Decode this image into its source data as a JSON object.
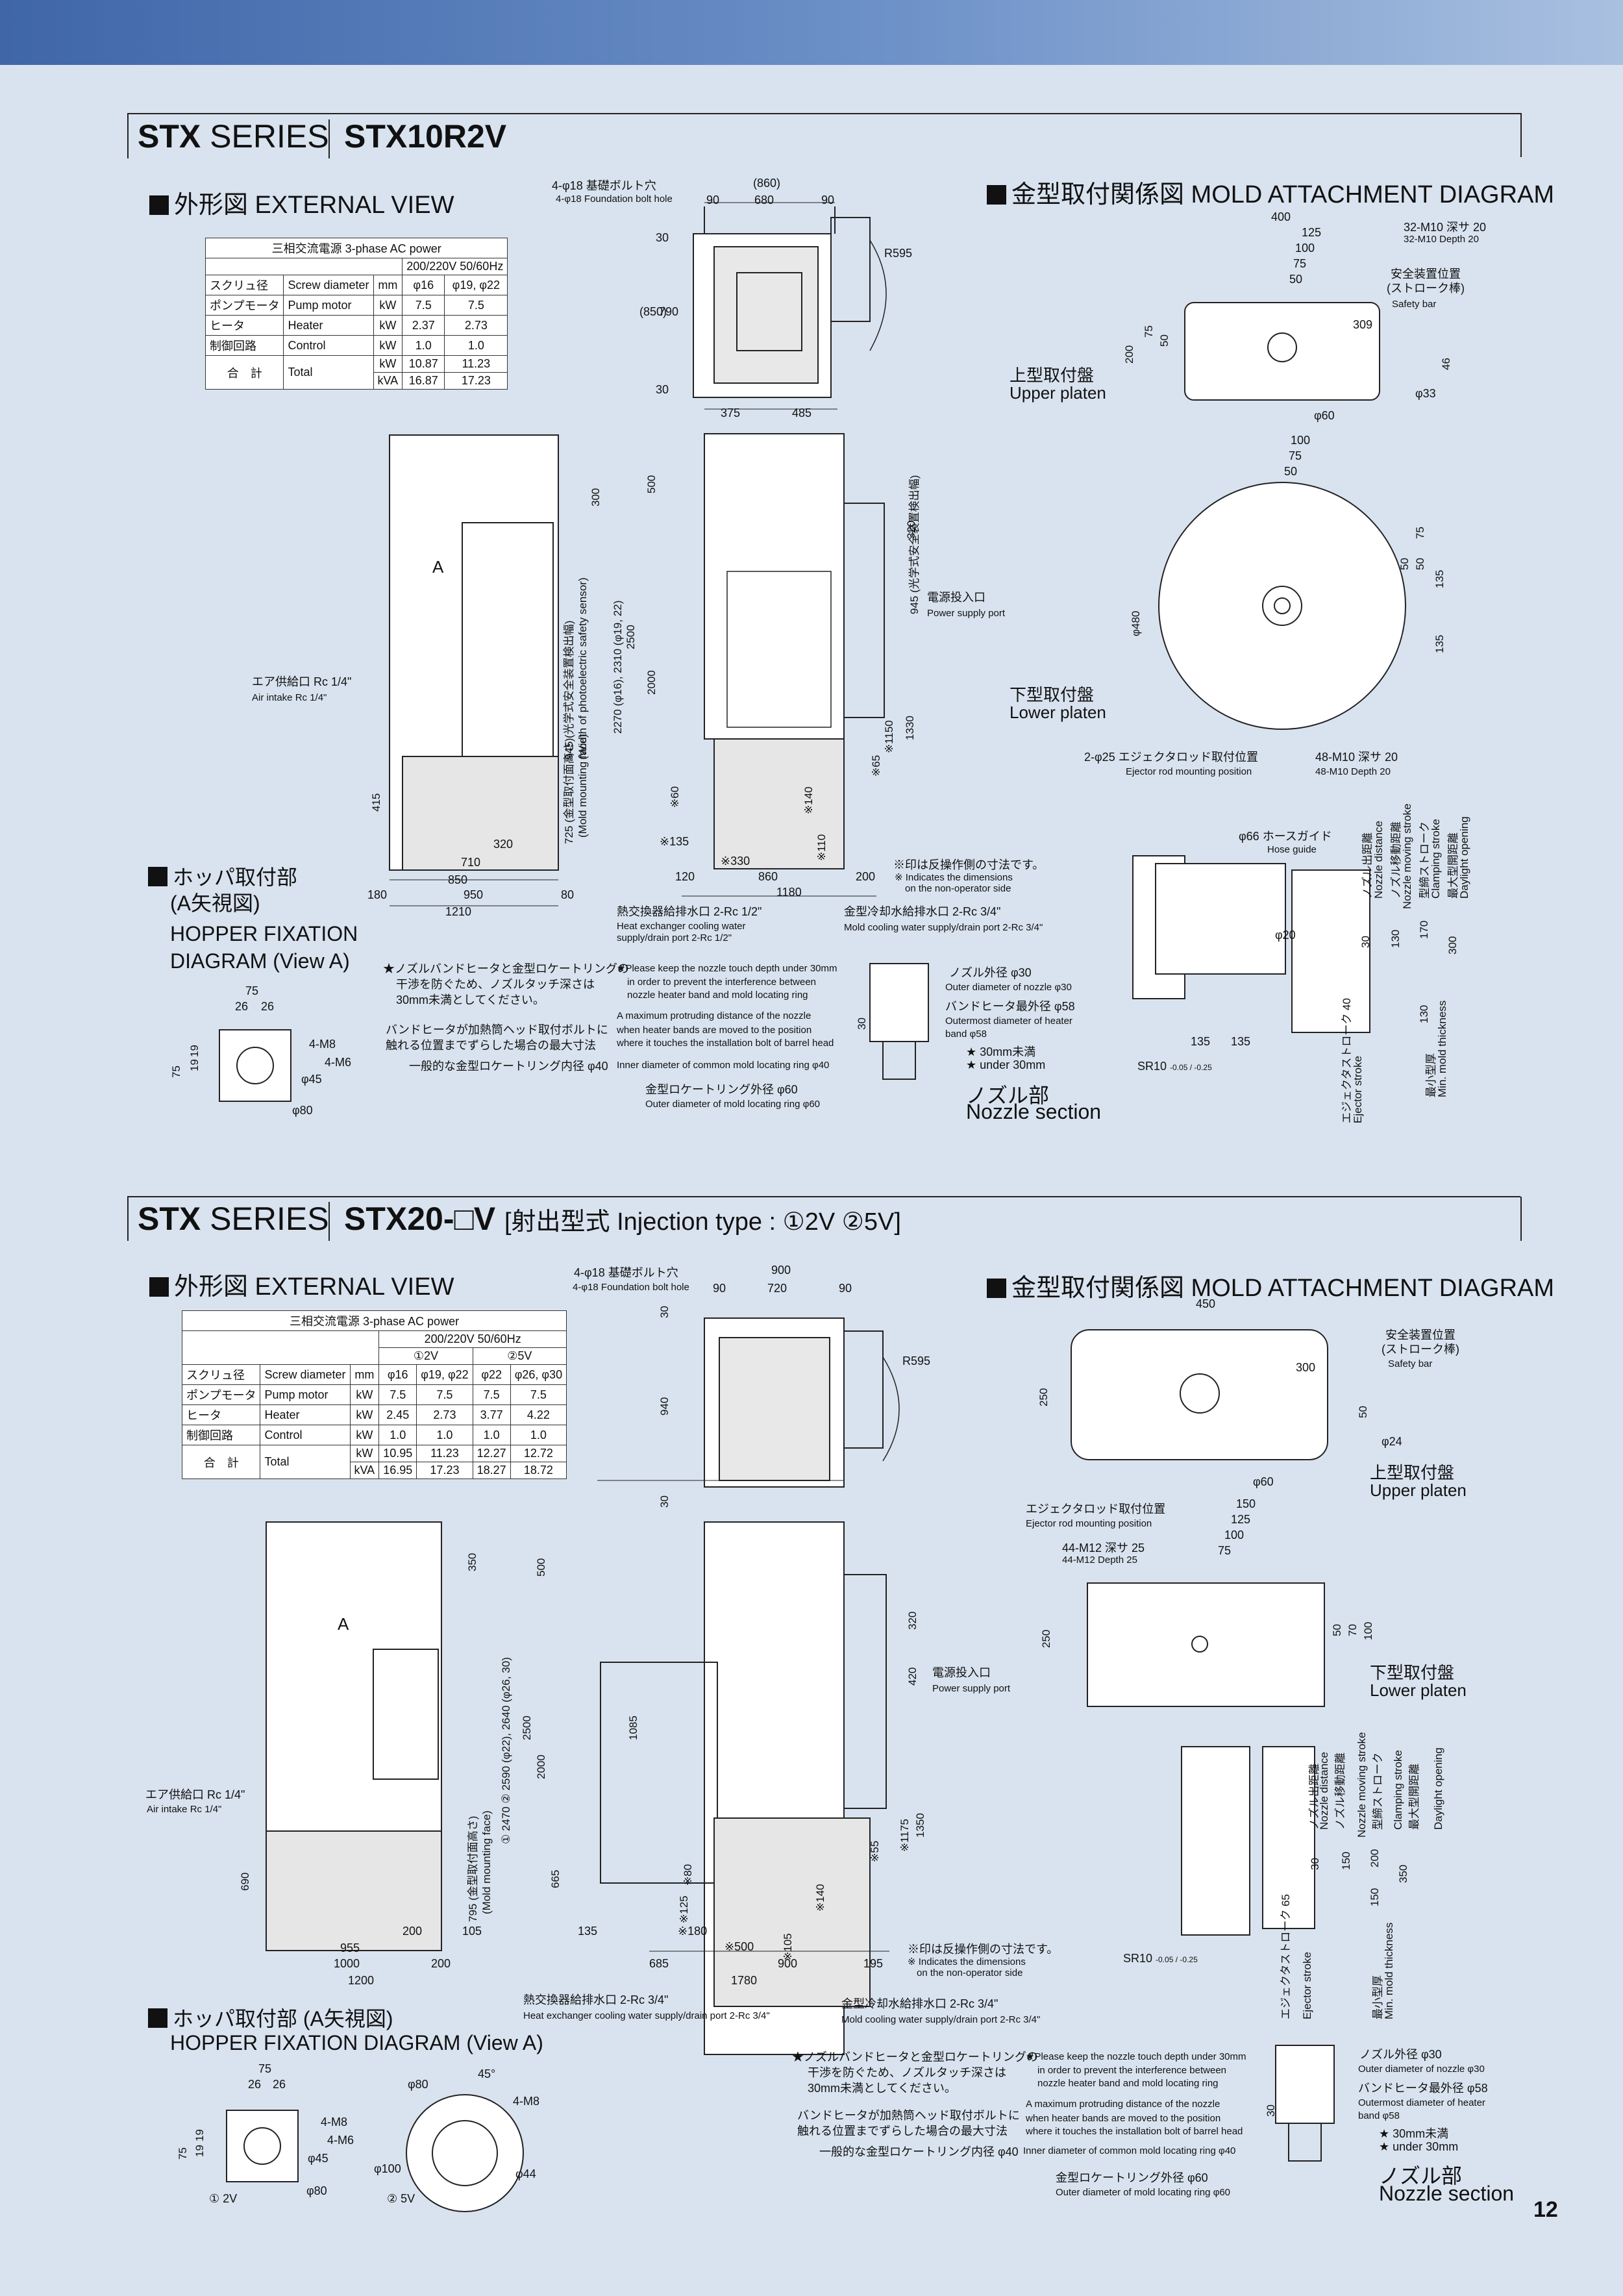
{
  "page_number": "12",
  "s1": {
    "series": "STX",
    "series_word": "SERIES",
    "model": "STX10R2V",
    "ext_title": "外形図 EXTERNAL VIEW",
    "mold_title": "金型取付関係図 MOLD ATTACHMENT DIAGRAM",
    "table": {
      "head1": "三相交流電源  3-phase AC power",
      "head2": "200/220V  50/60Hz",
      "rows": [
        [
          "スクリュ径",
          "Screw diameter",
          "mm",
          "φ16",
          "φ19, φ22"
        ],
        [
          "ポンプモータ",
          "Pump motor",
          "kW",
          "7.5",
          "7.5"
        ],
        [
          "ヒータ",
          "Heater",
          "kW",
          "2.37",
          "2.73"
        ],
        [
          "制御回路",
          "Control",
          "kW",
          "1.0",
          "1.0"
        ]
      ],
      "total_jp": "合　計",
      "total_en": "Total",
      "total_kw": [
        "kW",
        "10.87",
        "11.23"
      ],
      "total_kva": [
        "kVA",
        "16.87",
        "17.23"
      ]
    },
    "labels": {
      "bolt_jp": "4-φ18 基礎ボルト穴",
      "bolt_en": "4-φ18 Foundation bolt hole",
      "d860": "(860)",
      "d90a": "90",
      "d680": "680",
      "d90b": "90",
      "d30a": "30",
      "d850": "(850)",
      "d790": "790",
      "d30b": "30",
      "r595": "R595",
      "d375": "375",
      "d485": "485",
      "air_jp": "エア供給口 Rc 1/4\"",
      "air_en": "Air intake Rc 1/4\"",
      "d300": "300",
      "d500": "500",
      "d2000": "2000",
      "d2500": "2500",
      "d2270": "2270 (φ16), 2310 (φ19, 22)",
      "d945": "945 (光学式安全装置検出幅)",
      "d945e": "(Width of photoelectric safety sensor)",
      "d725": "725 (金型取付面高さ)",
      "d725e": "(Mold mounting face)",
      "d415": "415",
      "d320b": "320",
      "d710": "710",
      "d850b": "850",
      "d950": "950",
      "d180": "180",
      "d80": "80",
      "d1210": "1210",
      "d320": "320",
      "power_jp": "電源投入口",
      "power_en": "Power supply port",
      "d1150": "※1150",
      "d1330": "1330",
      "d65": "※65",
      "d60": "※60",
      "d135": "※135",
      "d140": "※140",
      "d110": "※110",
      "d330": "※330",
      "d120": "120",
      "d860b": "860",
      "d200": "200",
      "d1180": "1180",
      "note_jp": "※印は反操作側の寸法です。",
      "note_en1": "※ Indicates the dimensions",
      "note_en2": "on the non-operator side",
      "hx_jp": "熱交換器給排水口 2-Rc 1/2\"",
      "hx_en1": "Heat exchanger cooling water",
      "hx_en2": "supply/drain port 2-Rc 1/2\"",
      "mc_jp": "金型冷却水給排水口 2-Rc 3/4\"",
      "mc_en": "Mold cooling water supply/drain port 2-Rc 3/4\"",
      "A": "A"
    },
    "hopper": {
      "title_jp1": "ホッパ取付部",
      "title_jp2": "(A矢視図)",
      "title_en1": "HOPPER FIXATION",
      "title_en2": "DIAGRAM (View A)",
      "d75": "75",
      "d26a": "26",
      "d26b": "26",
      "d75v": "75",
      "d19a": "19",
      "d19b": "19",
      "m8": "4-M8",
      "m6": "4-M6",
      "p45": "φ45",
      "p80": "φ80"
    },
    "nozzle_notes": {
      "jp1": "★ノズルバンドヒータと金型ロケートリングの",
      "jp2": "干渉を防ぐため、ノズルタッチ深さは",
      "jp3": "30mm未満としてください。",
      "en1": "★Please keep the nozzle touch depth under 30mm",
      "en2": "in order to prevent the interference between",
      "en3": "nozzle heater band and mold locating ring",
      "bj1": "バンドヒータが加熱筒ヘッド取付ボルトに",
      "bj2": "触れる位置までずらした場合の最大寸法",
      "be1": "A maximum protruding distance of the nozzle",
      "be2": "when heater bands are moved to the position",
      "be3": "where it touches the installation bolt of barrel head",
      "ring_jp": "一般的な金型ロケートリング内径 φ40",
      "ring_en": "Inner diameter of common mold locating ring φ40",
      "od_jp": "金型ロケートリング外径 φ60",
      "od_en": "Outer diameter of mold locating ring φ60",
      "nz_jp": "ノズル外径 φ30",
      "nz_en": "Outer diameter of nozzle φ30",
      "bh_jp": "バンドヒータ最外径 φ58",
      "bh_en1": "Outermost diameter of heater",
      "bh_en2": "band φ58",
      "u_jp": "★ 30mm未満",
      "u_en": "★ under 30mm",
      "d30": "30",
      "sec_jp": "ノズル部",
      "sec_en": "Nozzle section"
    },
    "mold": {
      "d400": "400",
      "d125": "125",
      "d100": "100",
      "d75": "75",
      "d50": "50",
      "m10_jp": "32-M10 深サ 20",
      "m10_en": "32-M10 Depth 20",
      "safety_jp": "安全装置位置",
      "safety_jp2": "(ストローク棒)",
      "safety_en": "Safety bar",
      "d309": "309",
      "d200v": "200",
      "d75v": "75",
      "d50v": "50",
      "d46": "46",
      "p33": "φ33",
      "p60": "φ60",
      "upper_jp": "上型取付盤",
      "upper_en": "Upper platen",
      "l100": "100",
      "l75": "75",
      "l50": "50",
      "p480": "φ480",
      "r50a": "50",
      "r50b": "50",
      "r75": "75",
      "r135a": "135",
      "r135b": "135",
      "lower_jp": "下型取付盤",
      "lower_en": "Lower platen",
      "ej_jp": "2-φ25 エジェクタロッド取付位置",
      "ej_en": "Ejector rod mounting position",
      "m48_jp": "48-M10 深サ 20",
      "m48_en": "48-M10 Depth 20",
      "hose_jp": "φ66 ホースガイド",
      "hose_en": "Hose guide",
      "v_nozzle_jp": "ノズル出距離",
      "v_nozzle_en": "Nozzle distance",
      "v_move_jp": "ノズル移動距離",
      "v_move_en": "Nozzle moving stroke",
      "v_clamp_jp": "型締ストローク",
      "v_clamp_en": "Clamping stroke",
      "v_day_jp": "最大型開距離",
      "v_day_en": "Daylight opening",
      "p20": "φ20",
      "d30": "30",
      "d130a": "130",
      "d170": "170",
      "d300": "300",
      "d130b": "130",
      "d135a": "135",
      "d135b": "135",
      "sr": "SR10",
      "sr_tol": "-0.05 / -0.25",
      "ej_stroke": "エジェクタストローク 40",
      "ej_stroke_en": "Ejector stroke",
      "min_jp": "最小型厚",
      "min_en": "Min. mold thickness"
    }
  },
  "s2": {
    "series": "STX",
    "series_word": "SERIES",
    "model": "STX20-□V",
    "injection": "[射出型式 Injection type : ①2V ②5V]",
    "ext_title": "外形図  EXTERNAL VIEW",
    "mold_title": "金型取付関係図 MOLD ATTACHMENT DIAGRAM",
    "table": {
      "head1": "三相交流電源  3-phase AC power",
      "head2": "200/220V  50/60Hz",
      "col1": "①2V",
      "col2": "②5V",
      "rows": [
        [
          "スクリュ径",
          "Screw diameter",
          "mm",
          "φ16",
          "φ19, φ22",
          "φ22",
          "φ26, φ30"
        ],
        [
          "ポンプモータ",
          "Pump motor",
          "kW",
          "7.5",
          "7.5",
          "7.5",
          "7.5"
        ],
        [
          "ヒータ",
          "Heater",
          "kW",
          "2.45",
          "2.73",
          "3.77",
          "4.22"
        ],
        [
          "制御回路",
          "Control",
          "kW",
          "1.0",
          "1.0",
          "1.0",
          "1.0"
        ]
      ],
      "total_jp": "合　計",
      "total_en": "Total",
      "total_kw": [
        "kW",
        "10.95",
        "11.23",
        "12.27",
        "12.72"
      ],
      "total_kva": [
        "kVA",
        "16.95",
        "17.23",
        "18.27",
        "18.72"
      ]
    },
    "labels": {
      "bolt_jp": "4-φ18 基礎ボルト穴",
      "bolt_en": "4-φ18 Foundation bolt hole",
      "d900": "900",
      "d90a": "90",
      "d720": "720",
      "d90b": "90",
      "d30a": "30",
      "d940": "940",
      "d30b": "30",
      "r595": "R595",
      "air_jp": "エア供給口 Rc 1/4\"",
      "air_en": "Air intake Rc 1/4\"",
      "d350": "350",
      "d500": "500",
      "d1085": "1085",
      "d2000": "2000",
      "d2500": "2500",
      "d2470": "① 2470 ② 2590 (φ22), 2640 (φ26, 30)",
      "d795": "795 (金型取付面高さ)",
      "d795e": "(Mold mounting face)",
      "d690": "690",
      "d665": "665",
      "d200a": "200",
      "d105": "105",
      "d955": "955",
      "d1000": "1000",
      "d200b": "200",
      "d1200": "1200",
      "d320": "320",
      "power_jp": "電源投入口",
      "power_en": "Power supply port",
      "d420": "420",
      "d1175": "※1175",
      "d1350": "1350",
      "d55": "※55",
      "d80": "※80",
      "d125": "※125",
      "d180": "※180",
      "d140": "※140",
      "d105s": "※105",
      "d500s": "※500",
      "d135": "135",
      "d685": "685",
      "d900b": "900",
      "d195": "195",
      "d1780": "1780",
      "note_jp": "※印は反操作側の寸法です。",
      "note_en1": "※ Indicates the dimensions",
      "note_en2": "on the non-operator side",
      "hx_jp": "熱交換器給排水口 2-Rc 3/4\"",
      "hx_en": "Heat exchanger cooling water supply/drain port 2-Rc 3/4\"",
      "mc_jp": "金型冷却水給排水口 2-Rc 3/4\"",
      "mc_en": "Mold cooling water supply/drain port 2-Rc 3/4\"",
      "A": "A"
    },
    "hopper": {
      "title_jp": "ホッパ取付部 (A矢視図)",
      "title_en": "HOPPER FIXATION DIAGRAM (View A)",
      "d75": "75",
      "d26a": "26",
      "d26b": "26",
      "d75v": "75",
      "d19a": "19",
      "d19b": "19",
      "m8": "4-M8",
      "m6": "4-M6",
      "p45": "φ45",
      "p80": "φ80",
      "cap1": "① 2V",
      "p80b": "φ80",
      "deg45": "45°",
      "m8b": "4-M8",
      "p100": "φ100",
      "p44": "φ44",
      "cap2": "② 5V"
    },
    "mold": {
      "d450": "450",
      "safety_jp": "安全装置位置",
      "safety_jp2": "(ストローク棒)",
      "safety_en": "Safety bar",
      "d300": "300",
      "d250": "250",
      "d50": "50",
      "p24": "φ24",
      "p60": "φ60",
      "upper_jp": "上型取付盤",
      "upper_en": "Upper platen",
      "ej_jp": "エジェクタロッド取付位置",
      "ej_en": "Ejector rod mounting position",
      "l150": "150",
      "l125": "125",
      "l100": "100",
      "l75": "75",
      "m12_jp": "44-M12 深サ 25",
      "m12_en": "44-M12 Depth 25",
      "d250b": "250",
      "d50b": "50",
      "d70": "70",
      "d100": "100",
      "lower_jp": "下型取付盤",
      "lower_en": "Lower platen",
      "v_nozzle_jp": "ノズル出距離",
      "v_nozzle_en": "Nozzle distance",
      "v_move_jp": "ノズル移動距離",
      "v_move_en": "Nozzle moving stroke",
      "v_clamp_jp": "型締ストローク",
      "v_clamp_en": "Clamping stroke",
      "v_day_jp": "最大型開距離",
      "v_day_en": "Daylight opening",
      "d30": "30",
      "d150a": "150",
      "d200": "200",
      "d350": "350",
      "d150b": "150",
      "sr": "SR10",
      "sr_tol": "-0.05 / -0.25",
      "ej_stroke": "エジェクタストローク 65",
      "ej_stroke_en": "Ejector stroke",
      "min_jp": "最小型厚",
      "min_en": "Min. mold thickness"
    },
    "nozzle_notes": {
      "jp1": "★ノズルバンドヒータと金型ロケートリングの",
      "jp2": "干渉を防ぐため、ノズルタッチ深さは",
      "jp3": "30mm未満としてください。",
      "en1": "★Please keep the nozzle touch depth under 30mm",
      "en2": "in order to prevent the interference between",
      "en3": "nozzle heater band and mold locating ring",
      "bj1": "バンドヒータが加熱筒ヘッド取付ボルトに",
      "bj2": "触れる位置までずらした場合の最大寸法",
      "be1": "A maximum protruding distance of the nozzle",
      "be2": "when heater bands are moved to the position",
      "be3": "where it touches the installation bolt of barrel head",
      "ring_jp": "一般的な金型ロケートリング内径 φ40",
      "ring_en": "Inner diameter of common mold locating ring φ40",
      "od_jp": "金型ロケートリング外径 φ60",
      "od_en": "Outer diameter of mold locating ring φ60",
      "nz_jp": "ノズル外径 φ30",
      "nz_en": "Outer diameter of nozzle φ30",
      "bh_jp": "バンドヒータ最外径 φ58",
      "bh_en1": "Outermost diameter of heater",
      "bh_en2": "band φ58",
      "u_jp": "★ 30mm未満",
      "u_en": "★ under 30mm",
      "d30": "30",
      "sec_jp": "ノズル部",
      "sec_en": "Nozzle section"
    }
  }
}
